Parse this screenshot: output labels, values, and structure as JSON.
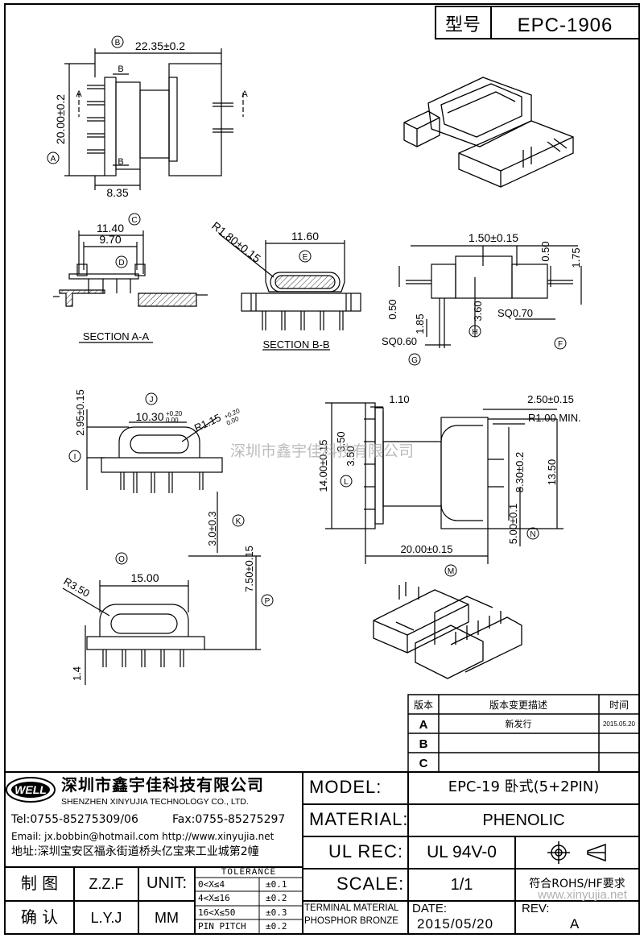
{
  "header": {
    "label": "型号",
    "model": "EPC-1906"
  },
  "views": {
    "dim_b_label": "B",
    "dim_width": "22.35±0.2",
    "dim_a_label": "A",
    "dim_height": "20.00±0.2",
    "dim_835": "8.35",
    "cut_a": "A",
    "cut_b": "B",
    "c_label": "C",
    "dim_1140": "11.40",
    "dim_970": "9.70",
    "d_label": "D",
    "section_aa": "SECTION  A-A",
    "r180": "R1.80±0.15",
    "e_label": "E",
    "dim_1160": "11.60",
    "section_bb": "SECTION  B-B",
    "dim_150": "1.50±0.15",
    "dim_050a": "0.50",
    "dim_175": "1.75",
    "dim_050b": "0.50",
    "dim_185": "1.85",
    "dim_360": "3.60",
    "h_label": "H",
    "sq070": "SQ0.70",
    "f_label": "F",
    "sq060": "SQ0.60",
    "g_label": "G",
    "j_label": "J",
    "dim_295": "2.95±0.15",
    "dim_1030": "10.30",
    "tol_1030_up": "+0.20",
    "tol_1030_dn": "0.00",
    "r115": "R1.15",
    "tol_115_up": "+0.20",
    "tol_115_dn": "0.00",
    "i_label": "I",
    "dim_30": "3.0±0.3",
    "k_label": "K",
    "dim_110": "1.10",
    "dim_250": "2.50±0.15",
    "r100": "R1.00 MIN.",
    "dim_1400": "14.00±0.15",
    "dim_350a": "3.50",
    "dim_350b": "3.50",
    "l_label": "L",
    "dim_830": "8.30±0.2",
    "dim_1350": "13.50",
    "dim_2000": "20.00±0.15",
    "dim_500": "5.00±0.1",
    "n_label": "N",
    "m_label": "M",
    "o_label": "O",
    "r350": "R3.50",
    "dim_1500": "15.00",
    "dim_750": "7.50±0.15",
    "p_label": "P",
    "dim_14": "1.4"
  },
  "watermark": "深圳市鑫宇佳科技有限公司",
  "watermark_url": "www.xinyujia.net",
  "revision": {
    "headers": [
      "版本",
      "版本变更描述",
      "时间"
    ],
    "rows": [
      {
        "ver": "A",
        "desc": "新发行",
        "date": "2015.05.20"
      },
      {
        "ver": "B",
        "desc": "",
        "date": ""
      },
      {
        "ver": "C",
        "desc": "",
        "date": ""
      }
    ]
  },
  "company": {
    "logo_text": "WELL",
    "name_cn": "深圳市鑫宇佳科技有限公司",
    "name_en": "SHENZHEN XINYUJIA TECHNOLOGY CO., LTD.",
    "tel": "Tel:0755-85275309/06",
    "fax": "Fax:0755-85275297",
    "email": "Email: jx.bobbin@hotmail.com http://www.xinyujia.net",
    "address": "地址:深圳宝安区福永街道桥头亿宝来工业城第2幢"
  },
  "info": {
    "model_label": "MODEL:",
    "model_value": "EPC-19 卧式(5+2PIN)",
    "material_label": "MATERIAL:",
    "material_value": "PHENOLIC",
    "ulrec_label": "UL REC:",
    "ulrec_value": "UL 94V-0",
    "scale_label": "SCALE:",
    "scale_value": "1/1",
    "rohs": "符合ROHS/HF要求",
    "terminal_line1": "TERMINAL MATERIAL",
    "terminal_line2": "PHOSPHOR BRONZE",
    "date_label": "DATE:",
    "date_value": "2015/05/20",
    "rev_label": "REV:",
    "rev_value": "A"
  },
  "signoff": {
    "draw_label": "制 图",
    "draw_name": "Z.Z.F",
    "check_label": "确 认",
    "check_name": "L.Y.J",
    "unit_label": "UNIT:",
    "unit_value": "MM"
  },
  "tolerance": {
    "title": "TOLERANCE",
    "rows": [
      {
        "range": "0<X≤4",
        "tol": "±0.1"
      },
      {
        "range": "4<X≤16",
        "tol": "±0.2"
      },
      {
        "range": "16<X≤50",
        "tol": "±0.3"
      },
      {
        "range": "PIN PITCH",
        "tol": "±0.2"
      }
    ]
  }
}
